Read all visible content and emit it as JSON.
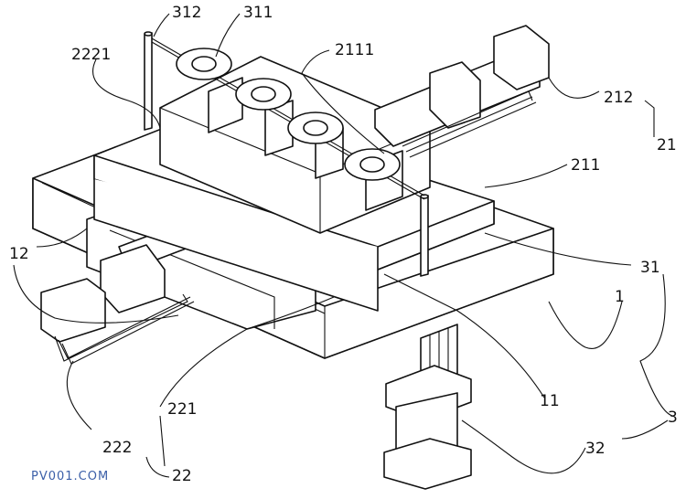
{
  "labels": {
    "l312": "312",
    "l311": "311",
    "l2221": "2221",
    "l2111": "2111",
    "l212": "212",
    "l21": "21",
    "l211": "211",
    "l12": "12",
    "l31": "31",
    "l1": "1",
    "l11": "11",
    "l3": "3",
    "l221": "221",
    "l222": "222",
    "l32": "32",
    "l22": "22"
  },
  "watermark": "PV001.COM"
}
